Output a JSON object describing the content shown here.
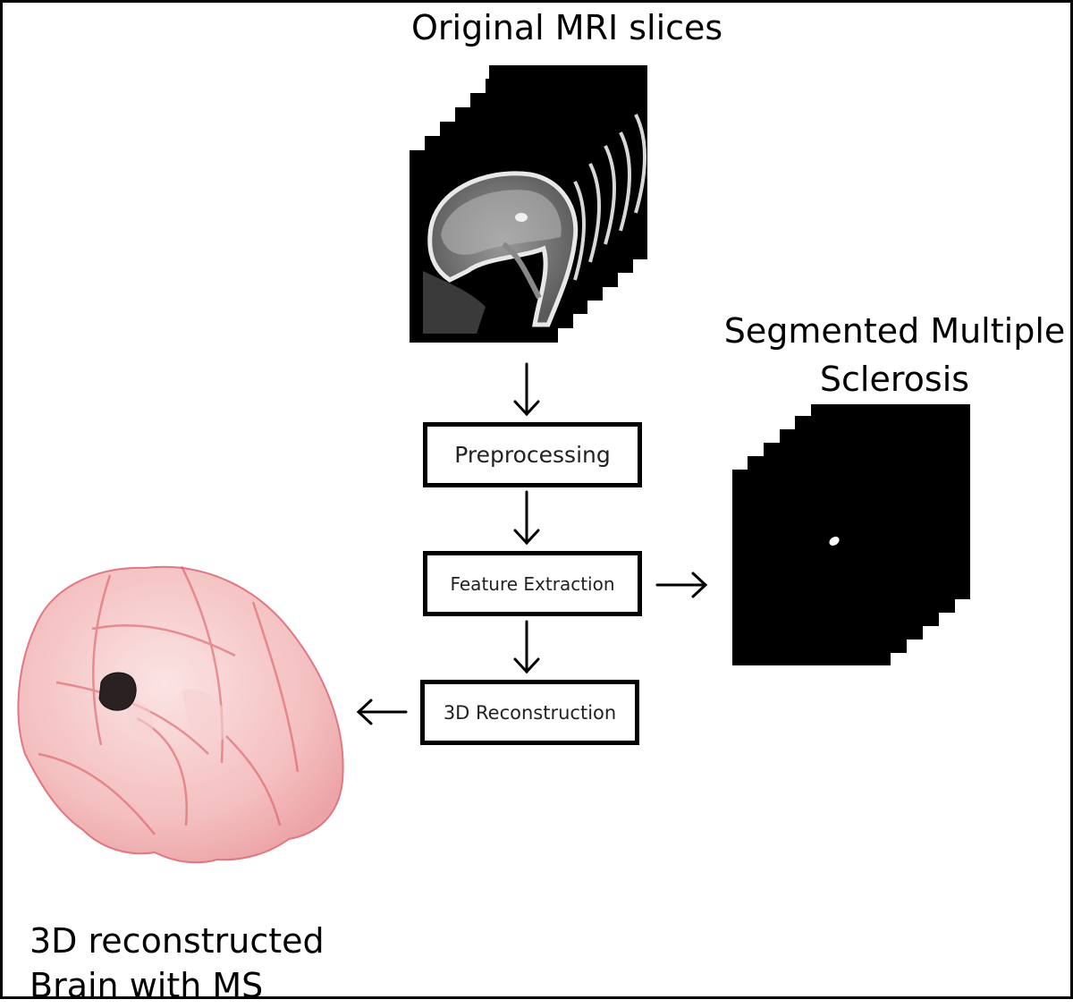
{
  "titles": {
    "original_mri": "Original MRI slices",
    "segmented_line1": "Segmented Multiple",
    "segmented_line2": "Sclerosis",
    "brain_line1": "3D reconstructed",
    "brain_line2": "Brain with MS"
  },
  "steps": {
    "preprocessing": "Preprocessing",
    "feature_extraction": "Feature Extraction",
    "reconstruction": "3D Reconstruction"
  },
  "colors": {
    "brain_fill": "#f2b6b8",
    "brain_vessels": "#d9545c",
    "lesion": "#2b2122"
  }
}
